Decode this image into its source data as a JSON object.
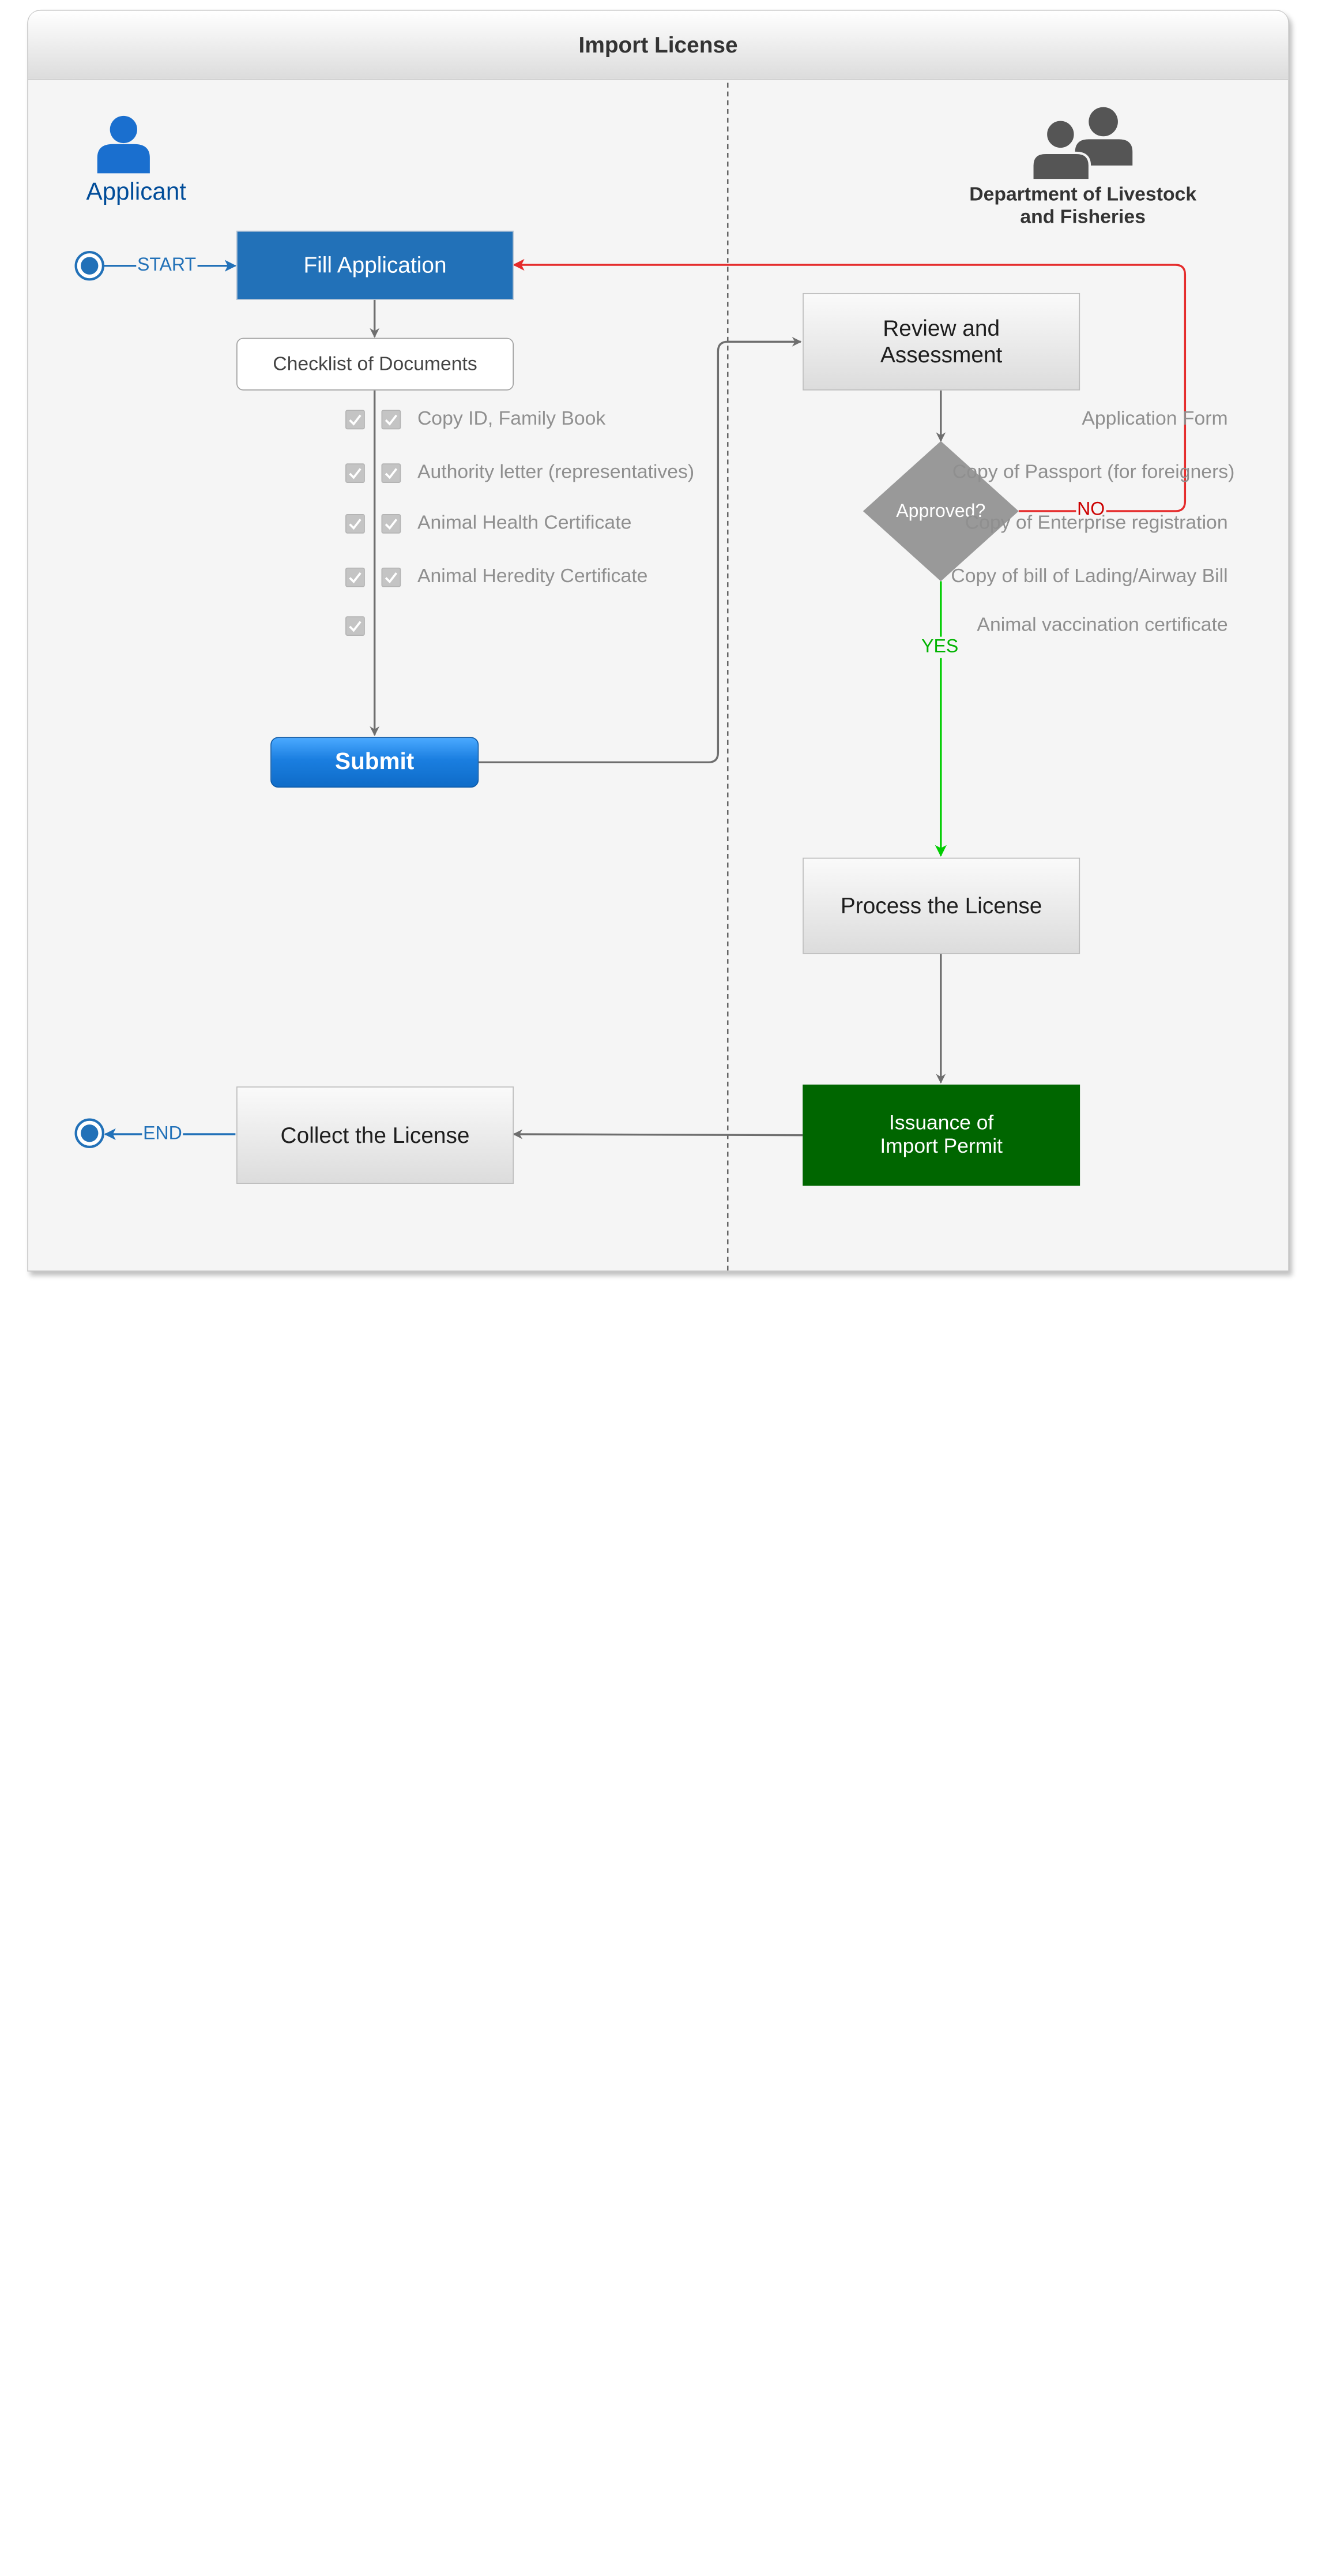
{
  "title": "Import License",
  "lanes": {
    "applicant": "Applicant",
    "department": "Department of Livestock and Fisheries"
  },
  "icons": {
    "applicant": "person-icon",
    "department": "group-icon",
    "checkbox": "checkmark-icon"
  },
  "nodes": {
    "fill_application": "Fill Application",
    "checklist": "Checklist of Documents",
    "submit": "Submit",
    "review": "Review and Assessment",
    "approved": "Approved?",
    "process": "Process the License",
    "issuance": "Issuance of Import Permit",
    "collect": "Collect the License"
  },
  "edge_labels": {
    "start": "START",
    "end": "END",
    "no": "NO",
    "yes": "YES"
  },
  "documents": {
    "left": [
      "Application Form",
      "Copy of Passport (for foreigners)",
      "Copy of Enterprise registration",
      "Copy of bill of Lading/Airway Bill",
      "Animal vaccination certificate"
    ],
    "right": [
      "Copy ID, Family Book",
      "Authority letter (representatives)",
      "Animal Health Certificate",
      "Animal Heredity Certificate"
    ]
  },
  "colors": {
    "blue": "#2271b8",
    "submit_blue": "#1a7ee0",
    "green_box": "#006600",
    "yes_green": "#00cc00",
    "no_red": "#e52b2b",
    "diamond": "#999999",
    "applicant_text": "#004c99"
  }
}
